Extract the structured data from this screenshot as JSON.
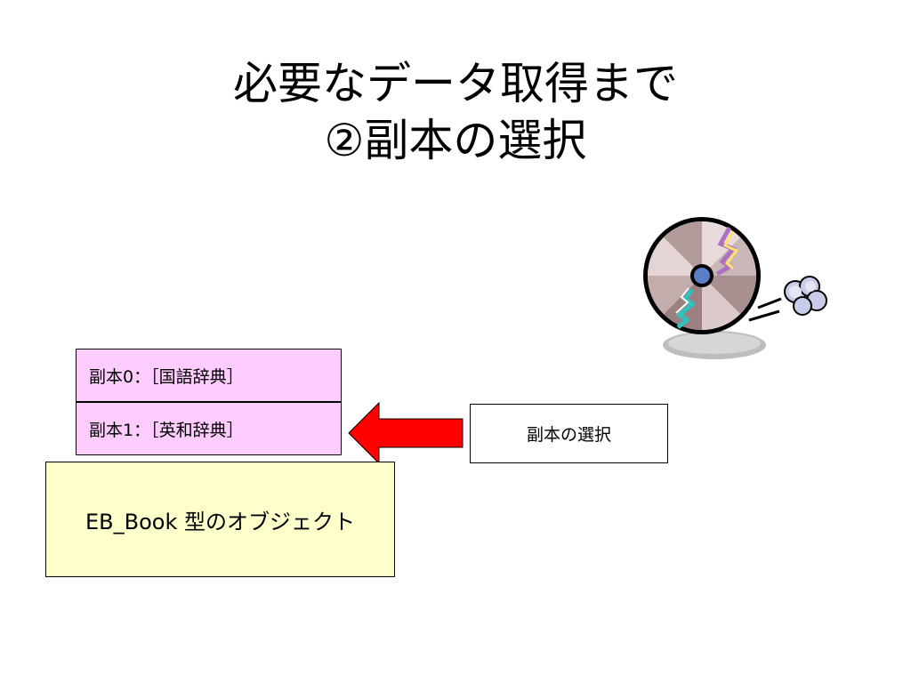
{
  "slide": {
    "title_line1": "必要なデータ取得まで",
    "title_line2": "②副本の選択"
  },
  "copies": [
    {
      "label": "副本0：［国語辞典］"
    },
    {
      "label": "副本1：［英和辞典］"
    }
  ],
  "select_label": "副本の選択",
  "object_label": "EB_Book 型のオブジェクト",
  "colors": {
    "copy_fill": "#ffccff",
    "object_fill": "#ffffcc",
    "arrow_fill": "#ff0000"
  },
  "icons": {
    "arrow": "left-arrow-icon",
    "cd": "spinning-cd-icon"
  }
}
